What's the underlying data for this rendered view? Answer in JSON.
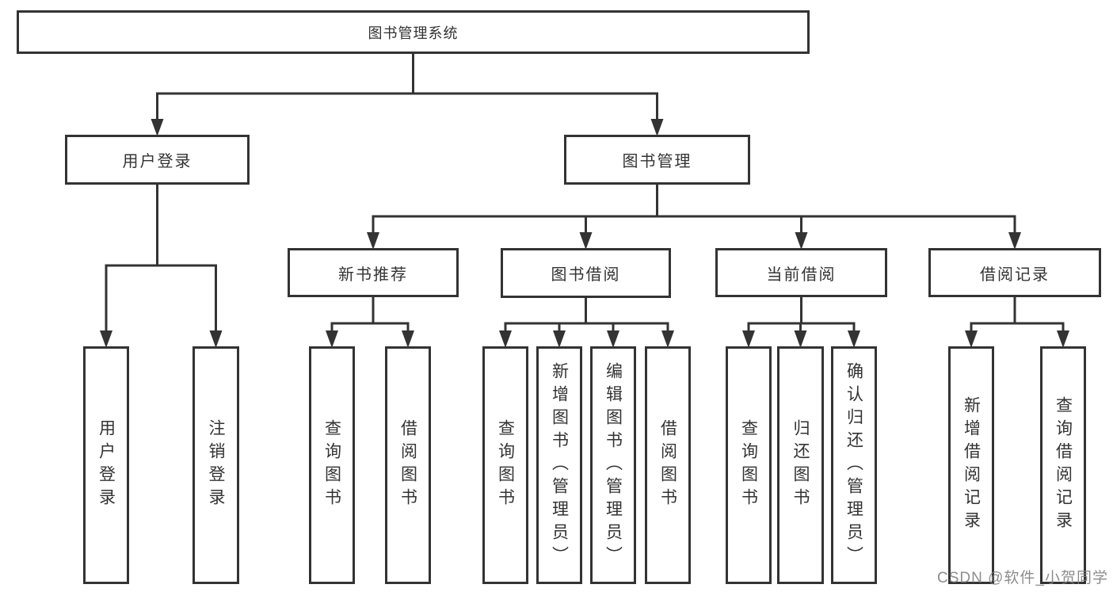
{
  "diagram": {
    "title": "图书管理系统",
    "colors": {
      "line": "#333333",
      "text": "#333333",
      "box_background": "#ffffff",
      "watermark": "#7d7d7d"
    },
    "watermark": "CSDN @软件_小贺同学",
    "root": {
      "id": "root",
      "label": "图书管理系统",
      "children": [
        {
          "id": "user-login",
          "label": "用户登录",
          "children": [
            {
              "id": "leaf-user-login",
              "label": "用户登录"
            },
            {
              "id": "leaf-logout",
              "label": "注销登录"
            }
          ]
        },
        {
          "id": "book-mgmt",
          "label": "图书管理",
          "children": [
            {
              "id": "new-book-rec",
              "label": "新书推荐",
              "children": [
                {
                  "id": "leaf-nbr-query",
                  "label": "查询图书"
                },
                {
                  "id": "leaf-nbr-borrow",
                  "label": "借阅图书"
                }
              ]
            },
            {
              "id": "book-borrow",
              "label": "图书借阅",
              "children": [
                {
                  "id": "leaf-bb-query",
                  "label": "查询图书"
                },
                {
                  "id": "leaf-bb-add",
                  "label": "新增图书（管理员）"
                },
                {
                  "id": "leaf-bb-edit",
                  "label": "编辑图书（管理员）"
                },
                {
                  "id": "leaf-bb-borrow",
                  "label": "借阅图书"
                }
              ]
            },
            {
              "id": "current-borrow",
              "label": "当前借阅",
              "children": [
                {
                  "id": "leaf-cb-query",
                  "label": "查询图书"
                },
                {
                  "id": "leaf-cb-return",
                  "label": "归还图书"
                },
                {
                  "id": "leaf-cb-confirm",
                  "label": "确认归还（管理员）"
                }
              ]
            },
            {
              "id": "borrow-record",
              "label": "借阅记录",
              "children": [
                {
                  "id": "leaf-br-add",
                  "label": "新增借阅记录"
                },
                {
                  "id": "leaf-br-query",
                  "label": "查询借阅记录"
                }
              ]
            }
          ]
        }
      ]
    }
  }
}
